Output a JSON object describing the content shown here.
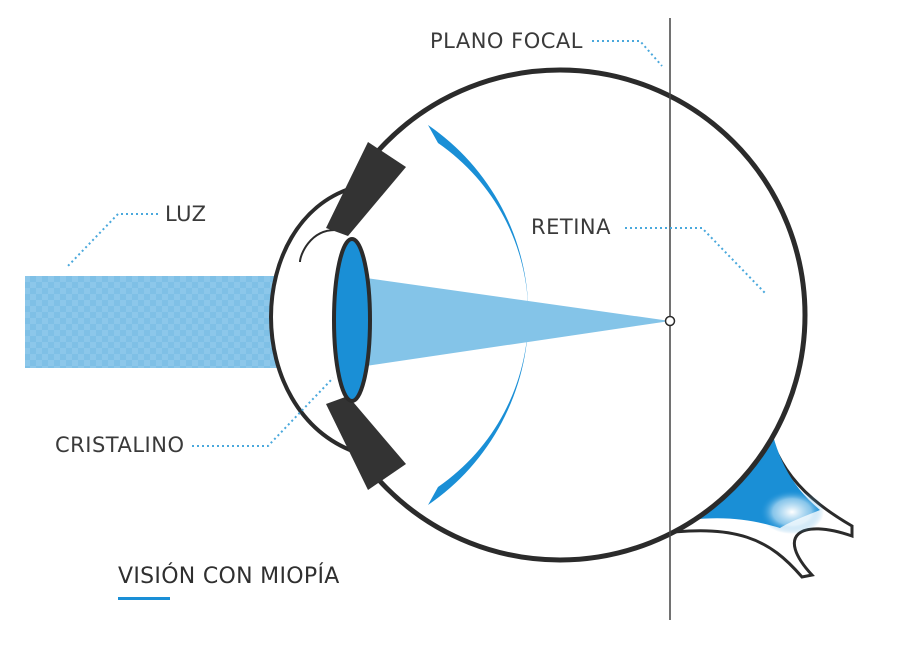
{
  "labels": {
    "focal_plane": "PLANO FOCAL",
    "light": "LUZ",
    "retina": "RETINA",
    "lens": "CRISTALINO"
  },
  "title": "VISIÓN CON MIOPÍA",
  "colors": {
    "accent_blue": "#1a8fd6",
    "outline": "#2b2b2b",
    "light_beam": "#7fc0e6",
    "dotted_leader": "#4aa8dc",
    "text": "#3a3a3a"
  }
}
